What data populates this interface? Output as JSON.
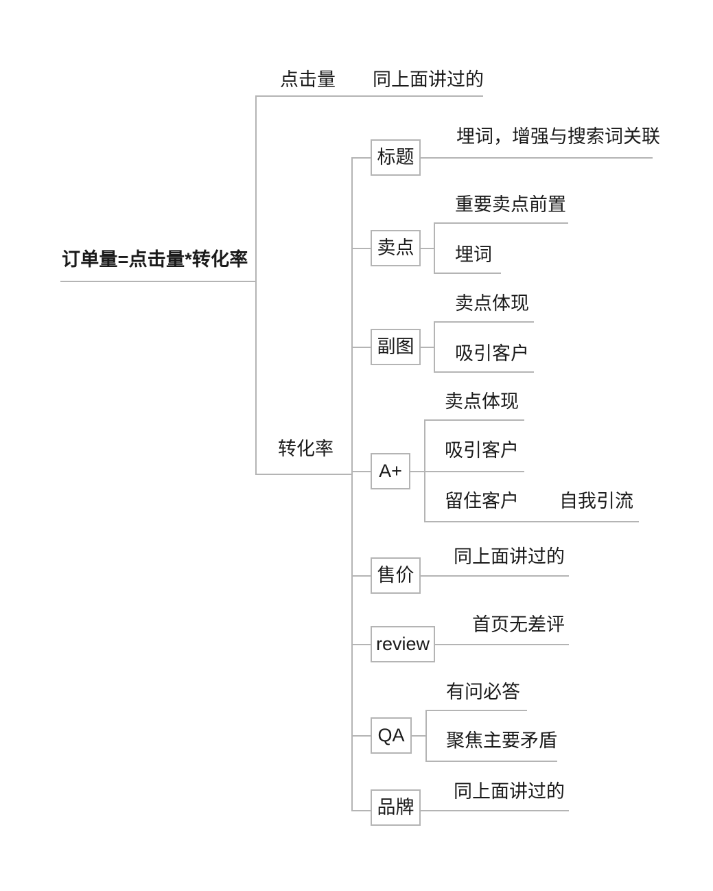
{
  "diagram": {
    "type": "mind-map",
    "title": "订单量=点击量*转化率",
    "line_color": "#b4b4b4",
    "text_color": "#1a1a1a",
    "background": "#ffffff",
    "root": {
      "label": "订单量=点击量*转化率",
      "style": "underline"
    },
    "branches": [
      {
        "label": "点击量",
        "style": "underline",
        "children": [
          {
            "label": "同上面讲过的",
            "style": "underline",
            "children": []
          }
        ]
      },
      {
        "label": "转化率",
        "style": "underline",
        "children": [
          {
            "label": "标题",
            "style": "box",
            "children": [
              {
                "label": "埋词，增强与搜索词关联",
                "style": "underline",
                "children": []
              }
            ]
          },
          {
            "label": "卖点",
            "style": "box",
            "children": [
              {
                "label": "重要卖点前置",
                "style": "underline",
                "children": []
              },
              {
                "label": "埋词",
                "style": "underline",
                "children": []
              }
            ]
          },
          {
            "label": "副图",
            "style": "box",
            "children": [
              {
                "label": "卖点体现",
                "style": "underline",
                "children": []
              },
              {
                "label": "吸引客户",
                "style": "underline",
                "children": []
              }
            ]
          },
          {
            "label": "A+",
            "style": "box",
            "children": [
              {
                "label": "卖点体现",
                "style": "underline",
                "children": []
              },
              {
                "label": "吸引客户",
                "style": "underline",
                "children": []
              },
              {
                "label": "留住客户",
                "style": "underline",
                "children": [
                  {
                    "label": "自我引流",
                    "style": "underline",
                    "children": []
                  }
                ]
              }
            ]
          },
          {
            "label": "售价",
            "style": "box",
            "children": [
              {
                "label": "同上面讲过的",
                "style": "underline",
                "children": []
              }
            ]
          },
          {
            "label": "review",
            "style": "box",
            "children": [
              {
                "label": "首页无差评",
                "style": "underline",
                "children": []
              }
            ]
          },
          {
            "label": "QA",
            "style": "box",
            "children": [
              {
                "label": "有问必答",
                "style": "underline",
                "children": []
              },
              {
                "label": "聚焦主要矛盾",
                "style": "underline",
                "children": []
              }
            ]
          },
          {
            "label": "品牌",
            "style": "box",
            "children": [
              {
                "label": "同上面讲过的",
                "style": "underline",
                "children": []
              }
            ]
          }
        ]
      }
    ]
  }
}
